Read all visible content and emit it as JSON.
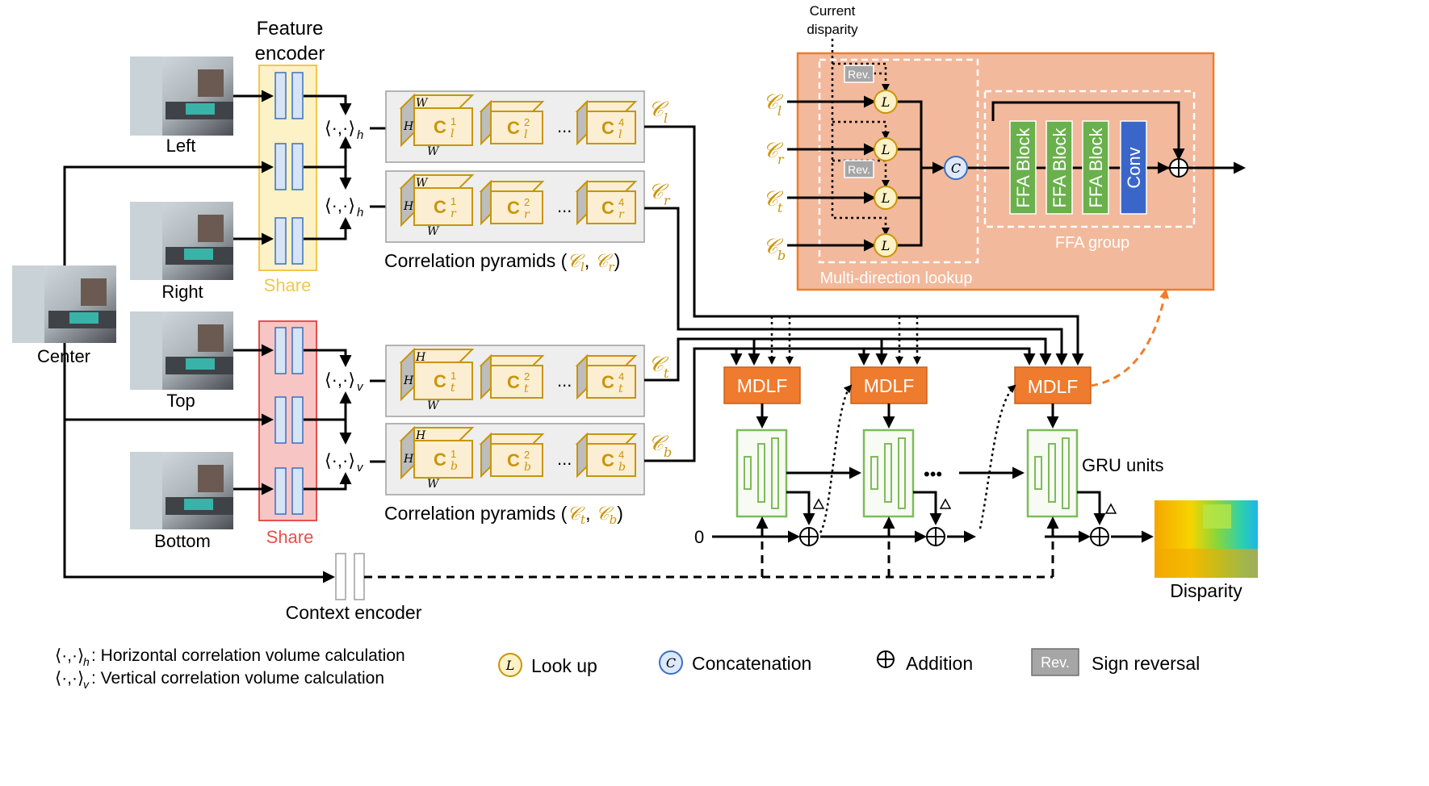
{
  "colors": {
    "gold": "#c8950a",
    "share_yellow_fill": "#fdf1c6",
    "share_yellow_border": "#f2c84b",
    "share_red_fill": "#f8c5c5",
    "share_red_border": "#e8504a",
    "enc_block": "#d6e4f6",
    "orange_panel": "#f2b99c",
    "orange_border": "#ef7d2c",
    "mdlf": "#ee7b2e",
    "ffa_green": "#6ab04c",
    "conv_blue": "#3b66c9",
    "gru_border": "#7ebb5c",
    "concat_fill": "#dde9fb",
    "rev_gray": "#a6a6a6"
  },
  "icons": {
    "lookup": "L-in-circle",
    "concat": "C-in-circle",
    "addition": "circle-plus",
    "delta": "triangle"
  },
  "inputs": {
    "left": "Left",
    "right": "Right",
    "top": "Top",
    "bottom": "Bottom",
    "center": "Center"
  },
  "feature_encoder": {
    "title_line1": "Feature",
    "title_line2": "encoder",
    "share_top": "Share",
    "share_bottom": "Share"
  },
  "correlation": {
    "op_h": "⟨·,·⟩",
    "sub_h": "h",
    "op_v": "⟨·,·⟩",
    "sub_v": "v",
    "label_lr": "Correlation pyramids (",
    "label_lr_vars": "𝒞",
    "label_tb": "Correlation pyramids (",
    "pyramids": [
      {
        "key": "l",
        "out": "𝒞",
        "sub": "l",
        "dims": [
          "W",
          "H",
          "W"
        ]
      },
      {
        "key": "r",
        "out": "𝒞",
        "sub": "r",
        "dims": [
          "W",
          "H",
          "W"
        ]
      },
      {
        "key": "t",
        "out": "𝒞",
        "sub": "t",
        "dims": [
          "H",
          "H",
          "W"
        ]
      },
      {
        "key": "b",
        "out": "𝒞",
        "sub": "b",
        "dims": [
          "H",
          "H",
          "W"
        ]
      }
    ],
    "cube_letter": "C",
    "levels": [
      "1",
      "2",
      "4"
    ],
    "ellipsis": "..."
  },
  "lookup_panel": {
    "current_disparity_1": "Current",
    "current_disparity_2": "disparity",
    "rev": "Rev.",
    "lookup_letter": "L",
    "concat_letter": "C",
    "multi_direction": "Multi-direction lookup",
    "ffa_blocks": [
      "FFA Block",
      "FFA Block",
      "FFA Block"
    ],
    "conv": "Conv",
    "ffa_group": "FFA group"
  },
  "refinement": {
    "mdlf": "MDLF",
    "gru_units": "GRU units",
    "zero": "0",
    "dots": "•••",
    "disparity": "Disparity",
    "context_encoder": "Context encoder"
  },
  "legend": {
    "h_def": ": Horizontal correlation volume calculation",
    "v_def": ": Vertical correlation volume calculation",
    "lookup": "Look up",
    "concat": "Concatenation",
    "addition": "Addition",
    "rev": "Rev.",
    "sign_reversal": "Sign reversal"
  }
}
